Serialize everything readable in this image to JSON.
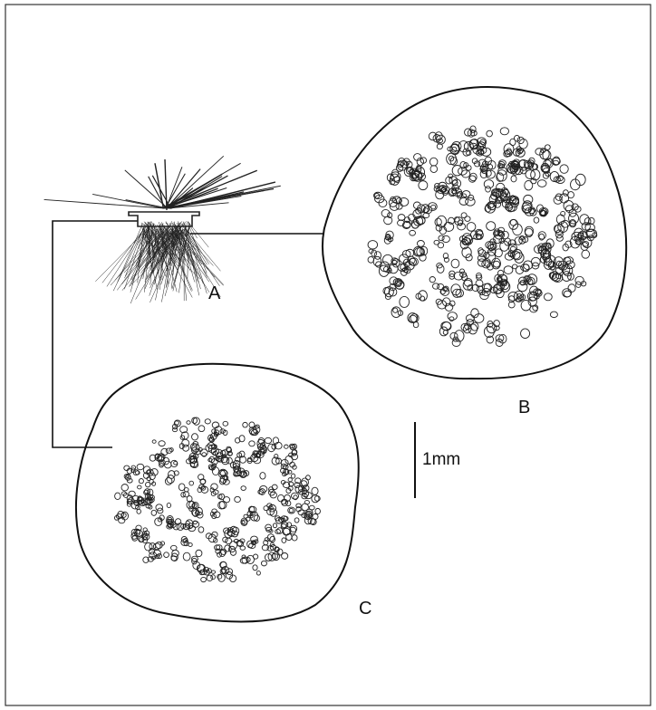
{
  "figure": {
    "panel_a_label": "A",
    "panel_b_label": "B",
    "panel_c_label": "C",
    "scale_bar_label": "1mm"
  }
}
